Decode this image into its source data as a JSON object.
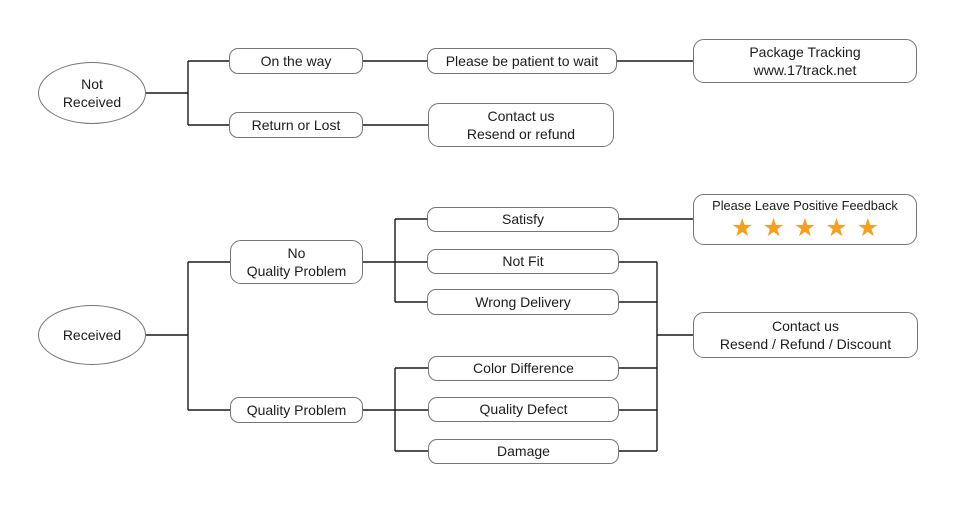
{
  "diagram": {
    "type": "flowchart",
    "background": "#ffffff",
    "colors": {
      "box_border": "#757575",
      "connector_line": "#1a1a1a",
      "text": "#1c1c1c",
      "star": "#F5A01D"
    },
    "nodes": {
      "not_received": {
        "label": "Not\nReceived"
      },
      "on_the_way": {
        "label": "On the way"
      },
      "return_or_lost": {
        "label": "Return or Lost"
      },
      "please_be_patient": {
        "label": "Please be patient to wait"
      },
      "package_tracking": {
        "label": "Package Tracking\nwww.17track.net"
      },
      "contact_resend_refund": {
        "label": "Contact us\nResend or refund"
      },
      "received": {
        "label": "Received"
      },
      "no_quality_problem": {
        "label": "No\nQuality Problem"
      },
      "quality_problem": {
        "label": "Quality Problem"
      },
      "satisfy": {
        "label": "Satisfy"
      },
      "not_fit": {
        "label": "Not Fit"
      },
      "wrong_delivery": {
        "label": "Wrong Delivery"
      },
      "color_difference": {
        "label": "Color Difference"
      },
      "quality_defect": {
        "label": "Quality Defect"
      },
      "damage": {
        "label": "Damage"
      },
      "positive_feedback": {
        "label": "Please Leave Positive Feedback",
        "stars_count": 5,
        "stars_display": "★★★★★"
      },
      "contact_resend_refund_discount": {
        "label": "Contact us\nResend / Refund / Discount"
      }
    }
  }
}
